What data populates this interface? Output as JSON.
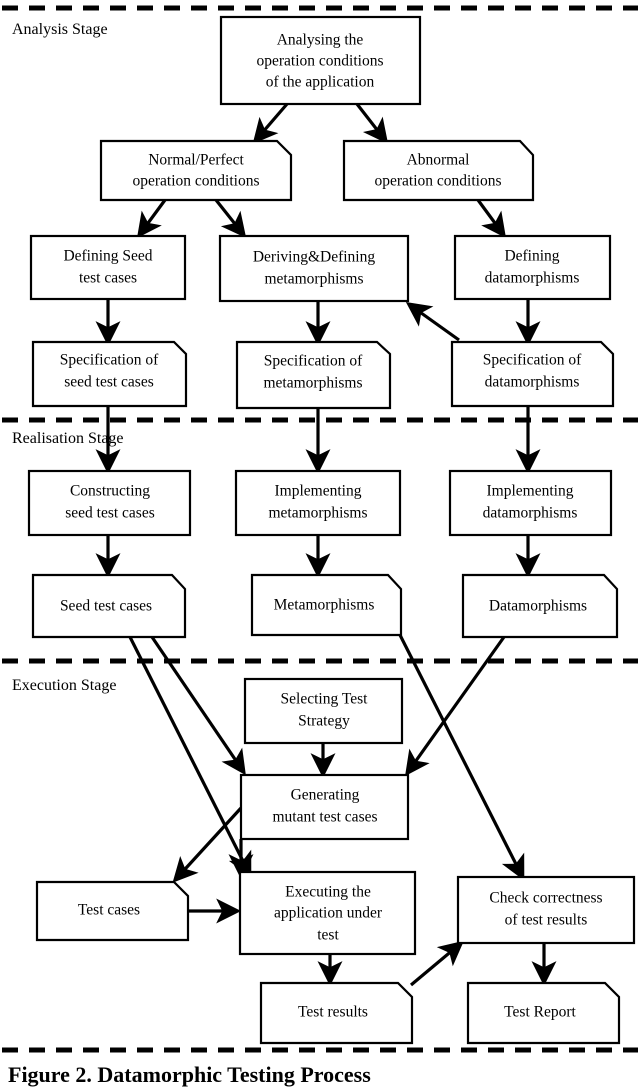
{
  "figure": {
    "caption": "Figure 2. Datamorphic Testing Process"
  },
  "stages": [
    {
      "id": "analysis",
      "label": "Analysis Stage"
    },
    {
      "id": "realisation",
      "label": "Realisation Stage"
    },
    {
      "id": "execution",
      "label": "Execution Stage"
    }
  ],
  "nodes": {
    "analysing": {
      "line1": "Analysing the",
      "line2": "operation conditions",
      "line3": "of the application"
    },
    "normal_cond": {
      "line1": "Normal/Perfect",
      "line2": "operation conditions"
    },
    "abnormal_cond": {
      "line1": "Abnormal",
      "line2": "operation conditions"
    },
    "defining_seed": {
      "line1": "Defining Seed",
      "line2": "test cases"
    },
    "deriving_meta": {
      "line1": "Deriving&Defining",
      "line2": "metamorphisms"
    },
    "defining_data": {
      "line1": "Defining",
      "line2": "datamorphisms"
    },
    "spec_seed": {
      "line1": "Specification of",
      "line2": "seed test cases"
    },
    "spec_meta": {
      "line1": "Specification of",
      "line2": "metamorphisms"
    },
    "spec_data": {
      "line1": "Specification of",
      "line2": "datamorphisms"
    },
    "constructing_seed": {
      "line1": "Constructing",
      "line2": "seed test cases"
    },
    "impl_meta": {
      "line1": "Implementing",
      "line2": "metamorphisms"
    },
    "impl_data": {
      "line1": "Implementing",
      "line2": "datamorphisms"
    },
    "seed_cases": {
      "line1": "Seed test cases"
    },
    "metamorphisms": {
      "line1": "Metamorphisms"
    },
    "datamorphisms": {
      "line1": "Datamorphisms"
    },
    "selecting_strat": {
      "line1": "Selecting Test",
      "line2": "Strategy"
    },
    "generating_mut": {
      "line1": "Generating",
      "line2": "mutant test cases"
    },
    "test_cases": {
      "line1": "Test cases"
    },
    "executing_app": {
      "line1": "Executing the",
      "line2": "application under",
      "line3": "test"
    },
    "check_correct": {
      "line1": "Check correctness",
      "line2": "of test results"
    },
    "test_results": {
      "line1": "Test results"
    },
    "test_report": {
      "line1": "Test Report"
    }
  },
  "colors": {
    "stroke": "#000000",
    "fill": "#ffffff",
    "background": "#ffffff"
  }
}
